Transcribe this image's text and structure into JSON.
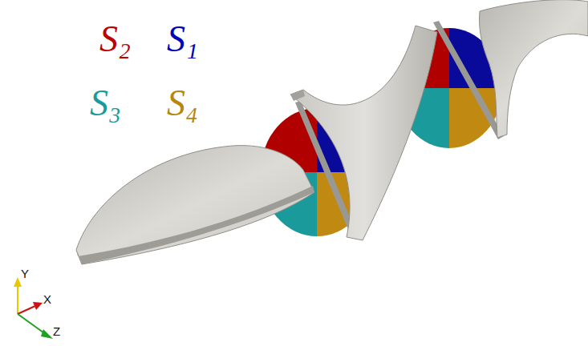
{
  "diagram": {
    "labels": [
      "S₂",
      "S₁",
      "S₃",
      "S₄",
      "Y",
      "X",
      "Z"
    ]
  }
}
